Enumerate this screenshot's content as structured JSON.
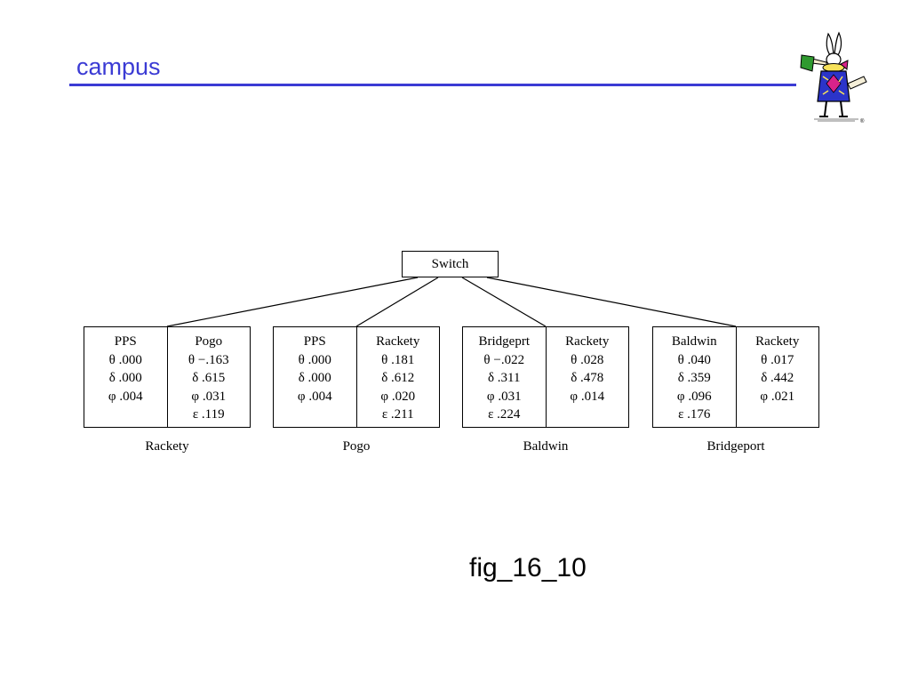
{
  "slide": {
    "title": "campus",
    "caption": "fig_16_10"
  },
  "diagram": {
    "root": "Switch",
    "nodes": [
      {
        "label": "Rackety",
        "cells": [
          {
            "name": "PPS",
            "lines": [
              "θ .000",
              "δ .000",
              "φ .004"
            ]
          },
          {
            "name": "Pogo",
            "lines": [
              "θ −.163",
              "δ .615",
              "φ .031",
              "ε .119"
            ]
          }
        ]
      },
      {
        "label": "Pogo",
        "cells": [
          {
            "name": "PPS",
            "lines": [
              "θ .000",
              "δ .000",
              "φ .004"
            ]
          },
          {
            "name": "Rackety",
            "lines": [
              "θ .181",
              "δ .612",
              "φ .020",
              "ε .211"
            ]
          }
        ]
      },
      {
        "label": "Baldwin",
        "cells": [
          {
            "name": "Bridgeprt",
            "lines": [
              "θ −.022",
              "δ .311",
              "φ .031",
              "ε .224"
            ]
          },
          {
            "name": "Rackety",
            "lines": [
              "θ .028",
              "δ .478",
              "φ .014"
            ]
          }
        ]
      },
      {
        "label": "Bridgeport",
        "cells": [
          {
            "name": "Baldwin",
            "lines": [
              "θ .040",
              "δ .359",
              "φ .096",
              "ε .176"
            ]
          },
          {
            "name": "Rackety",
            "lines": [
              "θ .017",
              "δ .442",
              "φ .021"
            ]
          }
        ]
      }
    ]
  },
  "colors": {
    "title": "#3b3bd4",
    "line": "#000000"
  },
  "icons": {
    "logo": "white-rabbit-logo"
  }
}
